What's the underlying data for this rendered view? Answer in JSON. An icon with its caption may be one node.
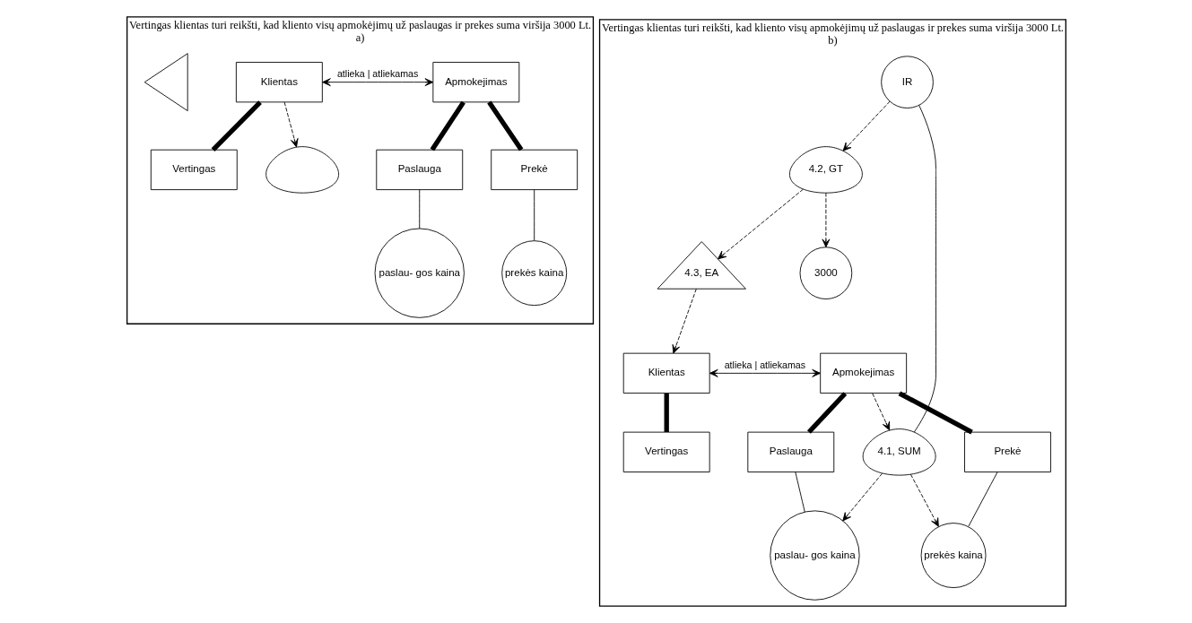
{
  "diagram": {
    "nodes": [
      {
        "text": [
          "Vertingas klientas turi reikšti, kad kliento visų apmokėjimų už paslaugas ir prekes suma viršija 3000 Lt.",
          "a)"
        ]
      },
      {
        "text": [
          "Klientas"
        ],
        "in": 0
      },
      {
        "text": [
          "Apmokejimas"
        ],
        "in": 0
      },
      {
        "text": [
          "Vertingas"
        ],
        "in": 0
      },
      {
        "text": [
          "Paslauga"
        ],
        "in": 0
      },
      {
        "text": [
          "Prekė"
        ],
        "in": 0
      },
      {
        "text": [],
        "shape": "triangle",
        "in": 0
      },
      {
        "text": [],
        "shape": "cloud",
        "in": 0
      },
      {
        "text": [
          "paslau- gos kaina"
        ],
        "in": 0
      },
      {
        "text": [
          "prekės kaina"
        ],
        "in": 0
      },
      {
        "text": [
          "Vertingas klientas turi reikšti, kad kliento visų apmokėjimų už paslaugas ir prekes suma viršija 3000 Lt.",
          "b)"
        ]
      },
      {
        "text": [
          "Klientas"
        ],
        "in": 10
      },
      {
        "text": [
          "Apmokejimas"
        ],
        "in": 10
      },
      {
        "text": [
          "Vertingas"
        ],
        "in": 10
      },
      {
        "text": [
          "Paslauga"
        ],
        "in": 10
      },
      {
        "text": [
          "Prekė"
        ],
        "in": 10
      },
      {
        "text": [
          "4.3, EA"
        ],
        "in": 10
      },
      {
        "text": [
          "paslau- gos kaina"
        ],
        "in": 10
      },
      {
        "text": [
          "prekės kaina"
        ],
        "in": 10
      },
      {
        "text": [
          "4.1, SUM"
        ],
        "in": 10
      },
      {
        "text": [
          "3000"
        ],
        "in": 10
      },
      {
        "text": [
          "4.2, GT"
        ],
        "in": 10
      },
      {
        "text": [
          "IR"
        ],
        "in": 10
      }
    ],
    "edges": [
      {
        "from": 1,
        "to": 2,
        "arrow": "both",
        "label": "atlieka | atliekamas"
      },
      {
        "from": 1,
        "to": 3,
        "arrow": "none",
        "style": "thick"
      },
      {
        "from": 2,
        "to": 4,
        "arrow": "none",
        "style": "thick"
      },
      {
        "from": 2,
        "to": 5,
        "arrow": "none",
        "style": "thick"
      },
      {
        "from": 4,
        "to": 8,
        "arrow": "none"
      },
      {
        "from": 5,
        "to": 9,
        "arrow": "none"
      },
      {
        "from": 1,
        "to": 7,
        "arrow": "to",
        "style": "dashed"
      },
      {
        "from": 11,
        "to": 12,
        "arrow": "both",
        "label": "atlieka | atliekamas"
      },
      {
        "from": 11,
        "to": 13,
        "arrow": "none",
        "style": "thick"
      },
      {
        "from": 12,
        "to": 14,
        "arrow": "none",
        "style": "thick"
      },
      {
        "from": 12,
        "to": 15,
        "arrow": "none",
        "style": "thick"
      },
      {
        "from": 14,
        "to": 17,
        "arrow": "none"
      },
      {
        "from": 15,
        "to": 18,
        "arrow": "none"
      },
      {
        "from": 16,
        "to": 11,
        "arrow": "to",
        "style": "dashed"
      },
      {
        "from": 12,
        "to": 19,
        "arrow": "to",
        "style": "dashed"
      },
      {
        "from": 19,
        "to": 17,
        "arrow": "to",
        "style": "dashed"
      },
      {
        "from": 19,
        "to": 18,
        "arrow": "to",
        "style": "dashed"
      },
      {
        "from": 21,
        "to": 16,
        "arrow": "to",
        "style": "dashed"
      },
      {
        "from": 21,
        "to": 20,
        "arrow": "to",
        "style": "dashed"
      },
      {
        "from": 22,
        "to": 21,
        "arrow": "to",
        "style": "dashed"
      },
      {
        "from": 22,
        "to": 19,
        "arrow": "none"
      }
    ]
  }
}
